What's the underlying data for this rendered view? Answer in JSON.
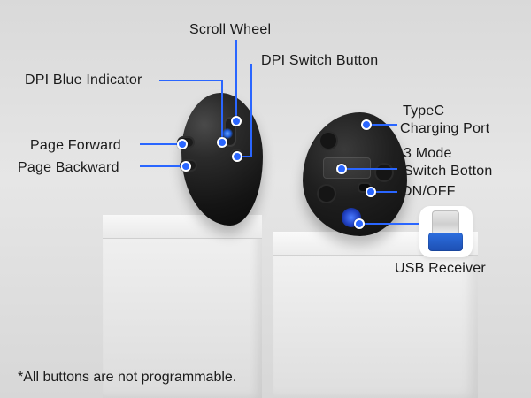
{
  "labels": {
    "scroll_wheel": "Scroll Wheel",
    "dpi_switch_button": "DPI Switch Button",
    "dpi_blue_indicator": "DPI Blue Indicator",
    "page_forward": "Page Forward",
    "page_backward": "Page Backward",
    "typec_charging_port_line1": "TypeC",
    "typec_charging_port_line2": "Charging Port",
    "mode_switch_line1": "3 Mode",
    "mode_switch_line2": "Switch Botton",
    "on_off": "ON/OFF",
    "usb_receiver": "USB Receiver"
  },
  "footnote": "*All buttons are not programmable.",
  "colors": {
    "accent": "#2a66ff",
    "background": "#e6e6e6",
    "text": "#1a1a1a"
  }
}
